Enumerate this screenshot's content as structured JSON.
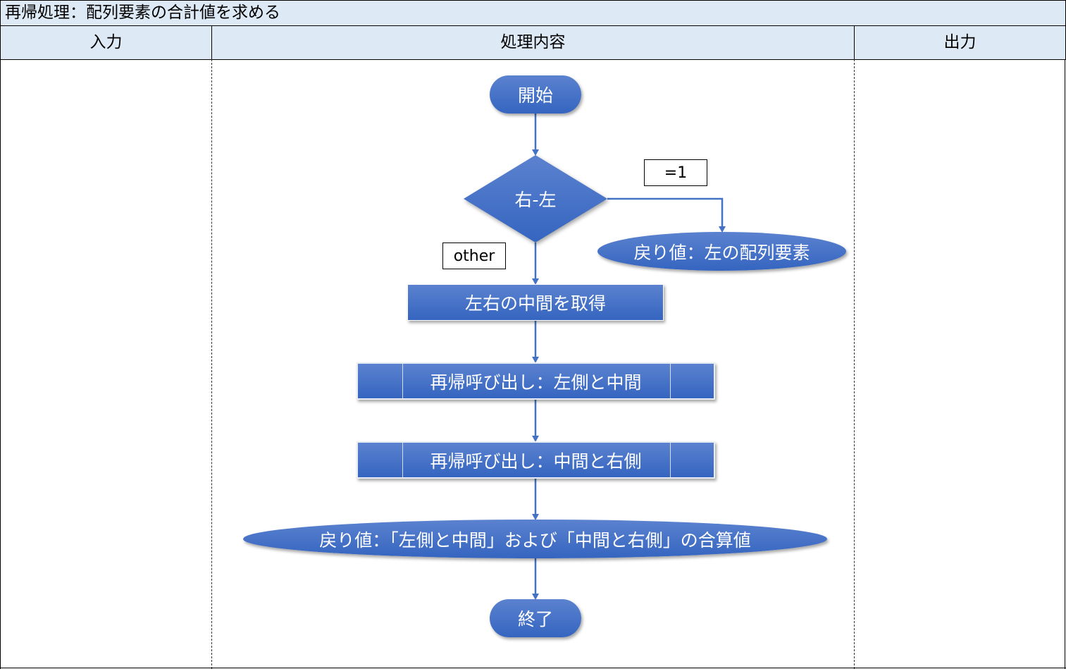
{
  "title": "再帰処理：配列要素の合計値を求める",
  "columns": {
    "input": "入力",
    "process": "処理内容",
    "output": "出力"
  },
  "flow": {
    "start": "開始",
    "decision": "右-左",
    "branch_equal": "=1",
    "branch_other": "other",
    "return_left": "戻り値：左の配列要素",
    "get_middle": "左右の中間を取得",
    "call_left": "再帰呼び出し：左側と中間",
    "call_right": "再帰呼び出し：中間と右側",
    "return_sum": "戻り値：「左側と中間」および「中間と右側」の合算値",
    "end": "終了"
  },
  "colors": {
    "header_bg": "#dde9f5",
    "shape_fill": "#4472c4",
    "connector": "#4472c4"
  }
}
